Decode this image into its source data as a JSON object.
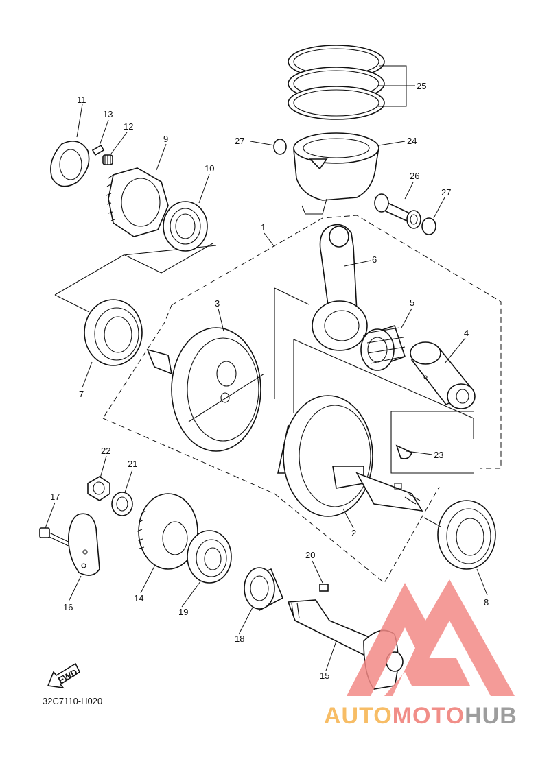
{
  "diagram": {
    "code": "32C7110-H020",
    "fwd_label": "FWD",
    "callouts": [
      {
        "text": "25",
        "part": "piston-rings"
      },
      {
        "text": "24",
        "part": "piston"
      },
      {
        "text": "27",
        "part": "piston-pin-clip-left"
      },
      {
        "text": "26",
        "part": "piston-pin"
      },
      {
        "text": "27",
        "part": "piston-pin-clip-right"
      },
      {
        "text": "11",
        "part": "plate"
      },
      {
        "text": "13",
        "part": "pin"
      },
      {
        "text": "12",
        "part": "spring"
      },
      {
        "text": "9",
        "part": "balancer-drive-gear"
      },
      {
        "text": "10",
        "part": "oil-seal"
      },
      {
        "text": "1",
        "part": "crankshaft-assembly"
      },
      {
        "text": "6",
        "part": "connecting-rod"
      },
      {
        "text": "3",
        "part": "crank-left"
      },
      {
        "text": "5",
        "part": "needle-bearing"
      },
      {
        "text": "4",
        "part": "crank-pin"
      },
      {
        "text": "7",
        "part": "left-bearing"
      },
      {
        "text": "23",
        "part": "woodruff-key"
      },
      {
        "text": "2",
        "part": "crank-right"
      },
      {
        "text": "22",
        "part": "nut"
      },
      {
        "text": "21",
        "part": "lock-washer"
      },
      {
        "text": "17",
        "part": "bolt"
      },
      {
        "text": "16",
        "part": "balancer-weight"
      },
      {
        "text": "14",
        "part": "balancer-driven-gear"
      },
      {
        "text": "19",
        "part": "balancer-bearing"
      },
      {
        "text": "20",
        "part": "straight-key"
      },
      {
        "text": "18",
        "part": "balancer-bearing-2"
      },
      {
        "text": "15",
        "part": "balancer-shaft"
      },
      {
        "text": "8",
        "part": "right-bearing"
      }
    ]
  },
  "watermark": {
    "brand_part1": "AUTO",
    "brand_part2": "MOTO",
    "brand_part3": "HUB",
    "colors": {
      "triangle": "#f28a86",
      "auto": "#f6b24c",
      "moto": "#ef7b74",
      "hub": "#8c8c8c"
    }
  }
}
